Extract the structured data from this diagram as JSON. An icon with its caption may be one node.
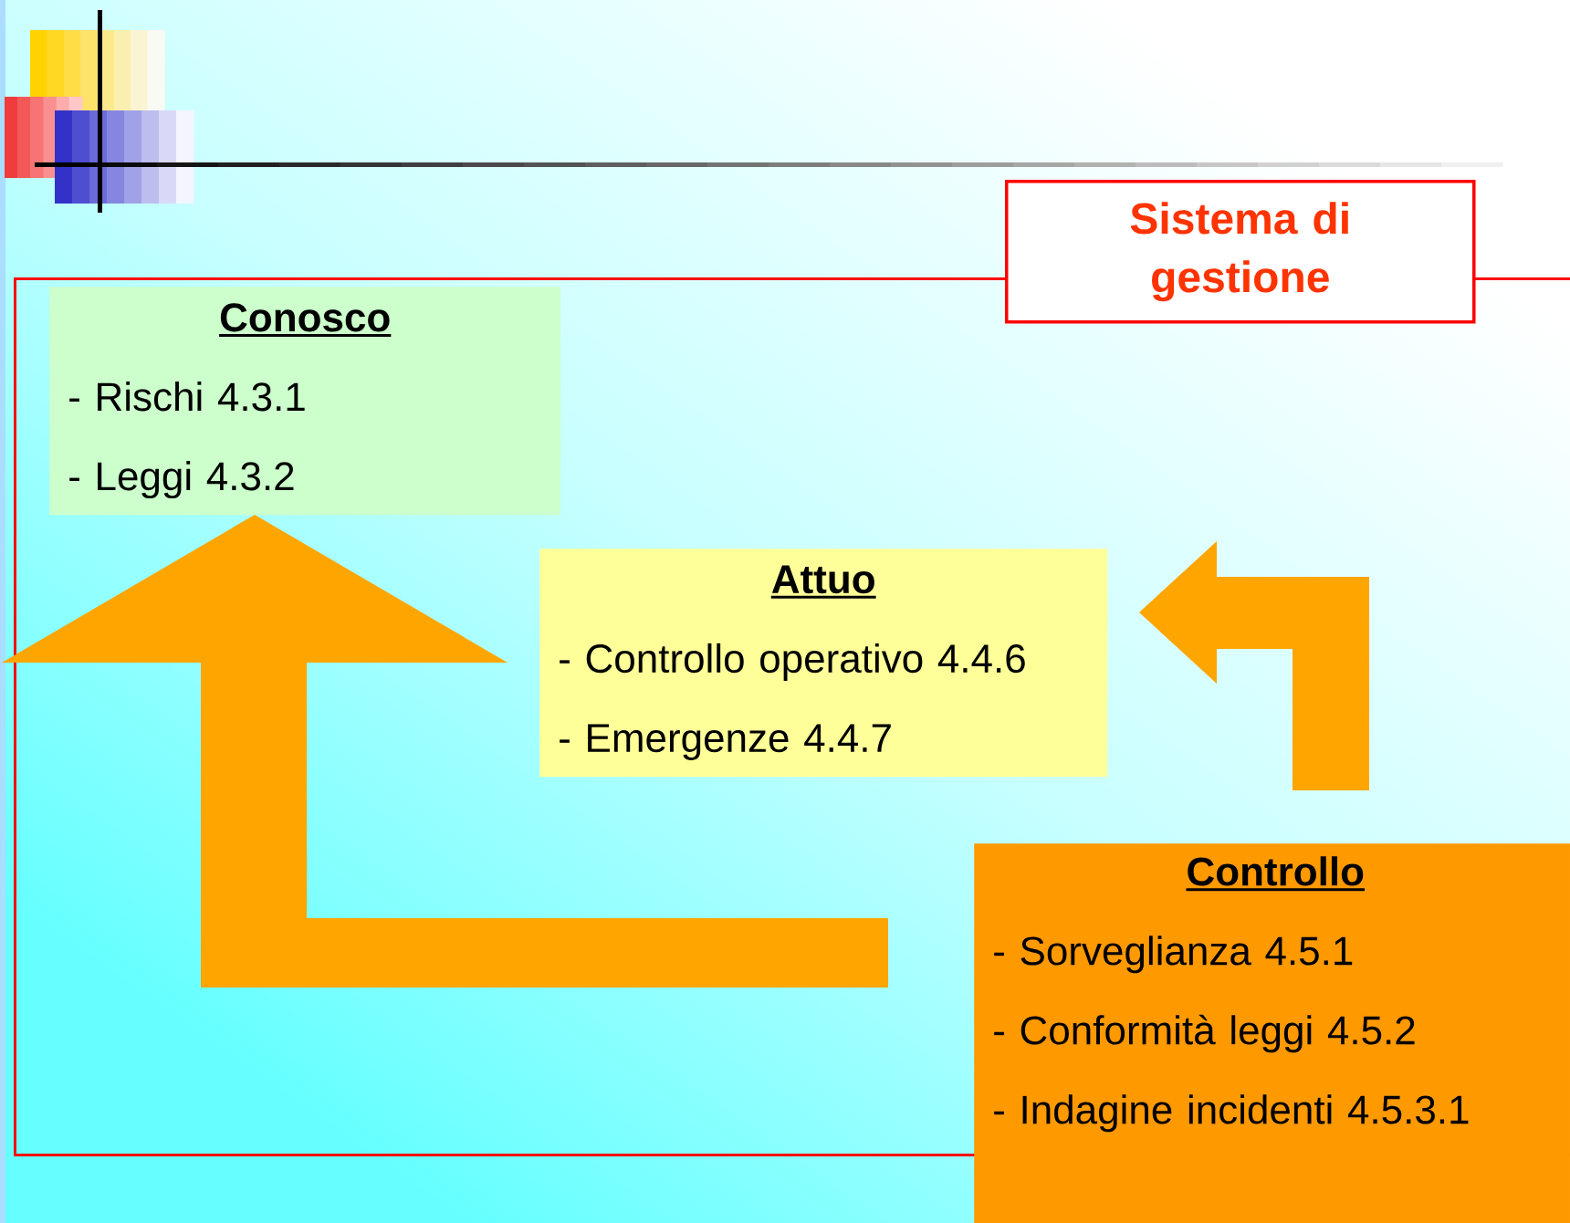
{
  "diagram": {
    "nodes": [
      {
        "text": [
          "Sistema di gestione"
        ]
      },
      {
        "text": [
          "Conosco",
          "- Rischi 4.3.1",
          "- Leggi 4.3.2"
        ],
        "in": 0
      },
      {
        "text": [
          "Attuo",
          "- Controllo operativo 4.4.6",
          "- Emergenze 4.4.7"
        ],
        "in": 0
      },
      {
        "text": [
          "Controllo",
          "- Sorveglianza 4.5.1",
          "- Conformità leggi 4.5.2",
          "- Indagine incidenti 4.5.3.1"
        ]
      }
    ],
    "edges": [
      {
        "from": 3,
        "to": 1,
        "arrow": "to"
      },
      {
        "from": 3,
        "to": 2,
        "arrow": "to"
      }
    ]
  }
}
